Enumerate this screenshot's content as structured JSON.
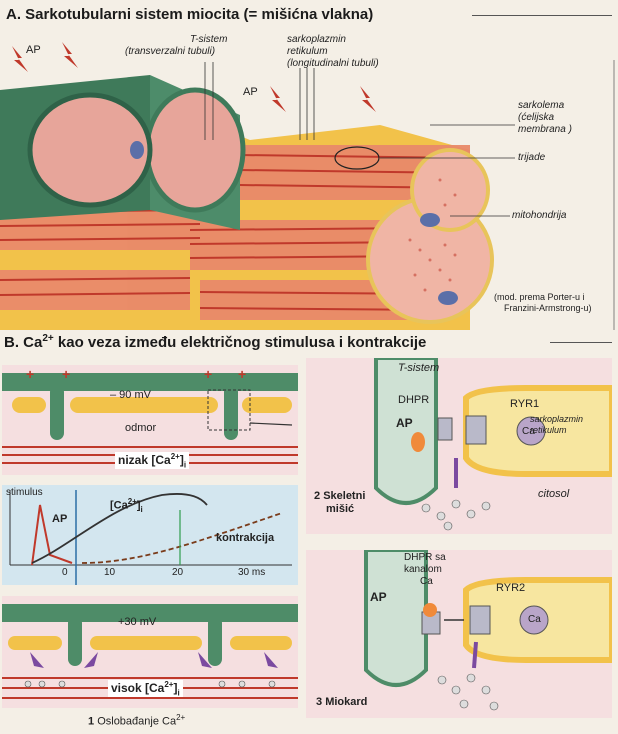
{
  "section_a": {
    "title": "A. Sarkotubularni sistem miocita (= mišićna vlakna)",
    "ap_label": "AP",
    "ap_label_2": "AP",
    "t_system_label": "T-sistem",
    "t_system_sub": "(transverzalni tubuli)",
    "sr_label_1": "sarkoplazmin",
    "sr_label_2": "retikulum",
    "sr_label_3": "(longitudinalni tubuli)",
    "sarcolemma_1": "sarkolema",
    "sarcolemma_2": "(ćelijska",
    "sarcolemma_3": "membrana )",
    "triad_label": "trijade",
    "mito_label": "mitohondrija",
    "credit_1": "(mod. prema Porter-u i",
    "credit_2": "Franzini-Armstrong-u)"
  },
  "section_b": {
    "title_prefix": "B. Ca",
    "title_sup": "2+",
    "title_suffix": " kao veza između električnog stimulusa i kontrakcije",
    "top_panel": {
      "voltage": "– 90 mV",
      "state": "odmor",
      "ca_label": "nizak [Ca",
      "ca_sup": "2+",
      "ca_tail": "]",
      "ca_sub": "i",
      "plus_sign": "+",
      "minus_sign": "–"
    },
    "graph": {
      "stimulus": "stimulus",
      "ap": "AP",
      "ca": "[Ca",
      "ca_sup": "2+",
      "ca_tail": "]",
      "ca_sub": "i",
      "contraction": "kontrakcija",
      "ticks": [
        "0",
        "10",
        "20",
        "30 ms"
      ]
    },
    "bottom_panel": {
      "voltage": "+30 mV",
      "ca_label": "visok [Ca",
      "ca_sup": "2+",
      "ca_tail": "]",
      "ca_sub": "i",
      "caption_num": "1",
      "caption": "Oslobađanje Ca",
      "caption_sup": "2+"
    },
    "skeletal": {
      "t_system": "T-sistem",
      "dhpr": "DHPR",
      "ryr": "RYR1",
      "sr_1": "sarkoplazmin",
      "sr_2": "retikulum",
      "ap": "AP",
      "ca": "Ca",
      "cytosol": "citosol",
      "caption_num": "2",
      "caption_1": "Skeletni",
      "caption_2": "mišić"
    },
    "cardiac": {
      "dhpr_1": "DHPR sa",
      "dhpr_2": "kanalom",
      "dhpr_3": "Ca",
      "ap": "AP",
      "ryr": "RYR2",
      "ca": "Ca",
      "caption_num": "3",
      "caption": "Miokard"
    }
  }
}
